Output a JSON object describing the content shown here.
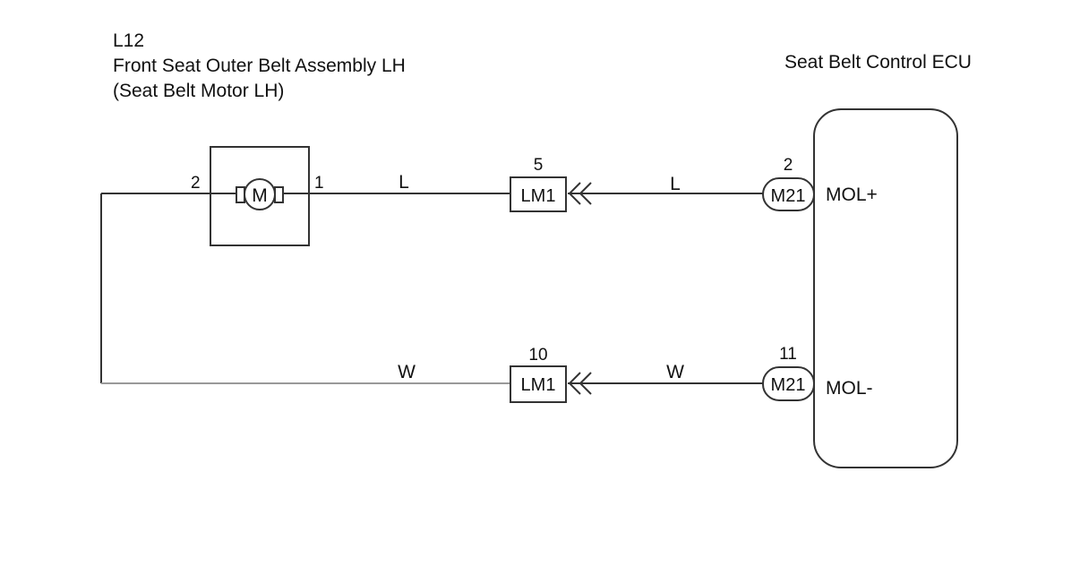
{
  "component_left": {
    "code": "L12",
    "name": "Front Seat Outer Belt Assembly LH",
    "subname": "(Seat Belt Motor LH)",
    "motor_symbol": "M",
    "pin_left": "2",
    "pin_right": "1"
  },
  "component_right": {
    "name": "Seat Belt Control ECU",
    "terminals": [
      "MOL+",
      "MOL-"
    ]
  },
  "wires": [
    {
      "color_left": "L",
      "color_right": "L",
      "junction_connector": "LM1",
      "junction_pin": "5",
      "ecu_connector": "M21",
      "ecu_pin": "2"
    },
    {
      "color_left": "W",
      "color_right": "W",
      "junction_connector": "LM1",
      "junction_pin": "10",
      "ecu_connector": "M21",
      "ecu_pin": "11"
    }
  ],
  "colors": {
    "line": "#333333",
    "lower_left_wire": "#999999"
  }
}
